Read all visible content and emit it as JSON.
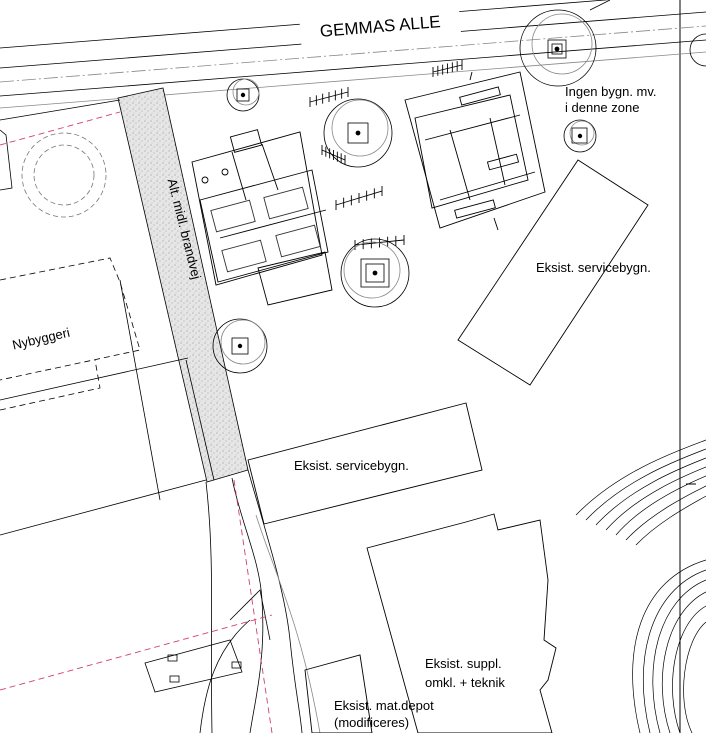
{
  "street": {
    "name": "GEMMAS ALLE"
  },
  "labels": {
    "fire_lane": "Alt. midl. brandvej",
    "new_building": "Nybyggeri",
    "no_building_zone_line1": "Ingen bygn. mv.",
    "no_building_zone_line2": "i denne zone",
    "service_building_upper": "Eksist. servicebygn.",
    "service_building_lower": "Eksist. servicebygn.",
    "suppl_line1": "Eksist. suppl.",
    "suppl_line2": "omkl. + teknik",
    "depot_line1": "Eksist. mat.depot",
    "depot_line2": "(modificeres)"
  },
  "colors": {
    "line": "#000000",
    "light_line": "#6b6b6b",
    "dashed_magenta": "#d04070",
    "fire_lane_fill": "#e2e2e2"
  }
}
